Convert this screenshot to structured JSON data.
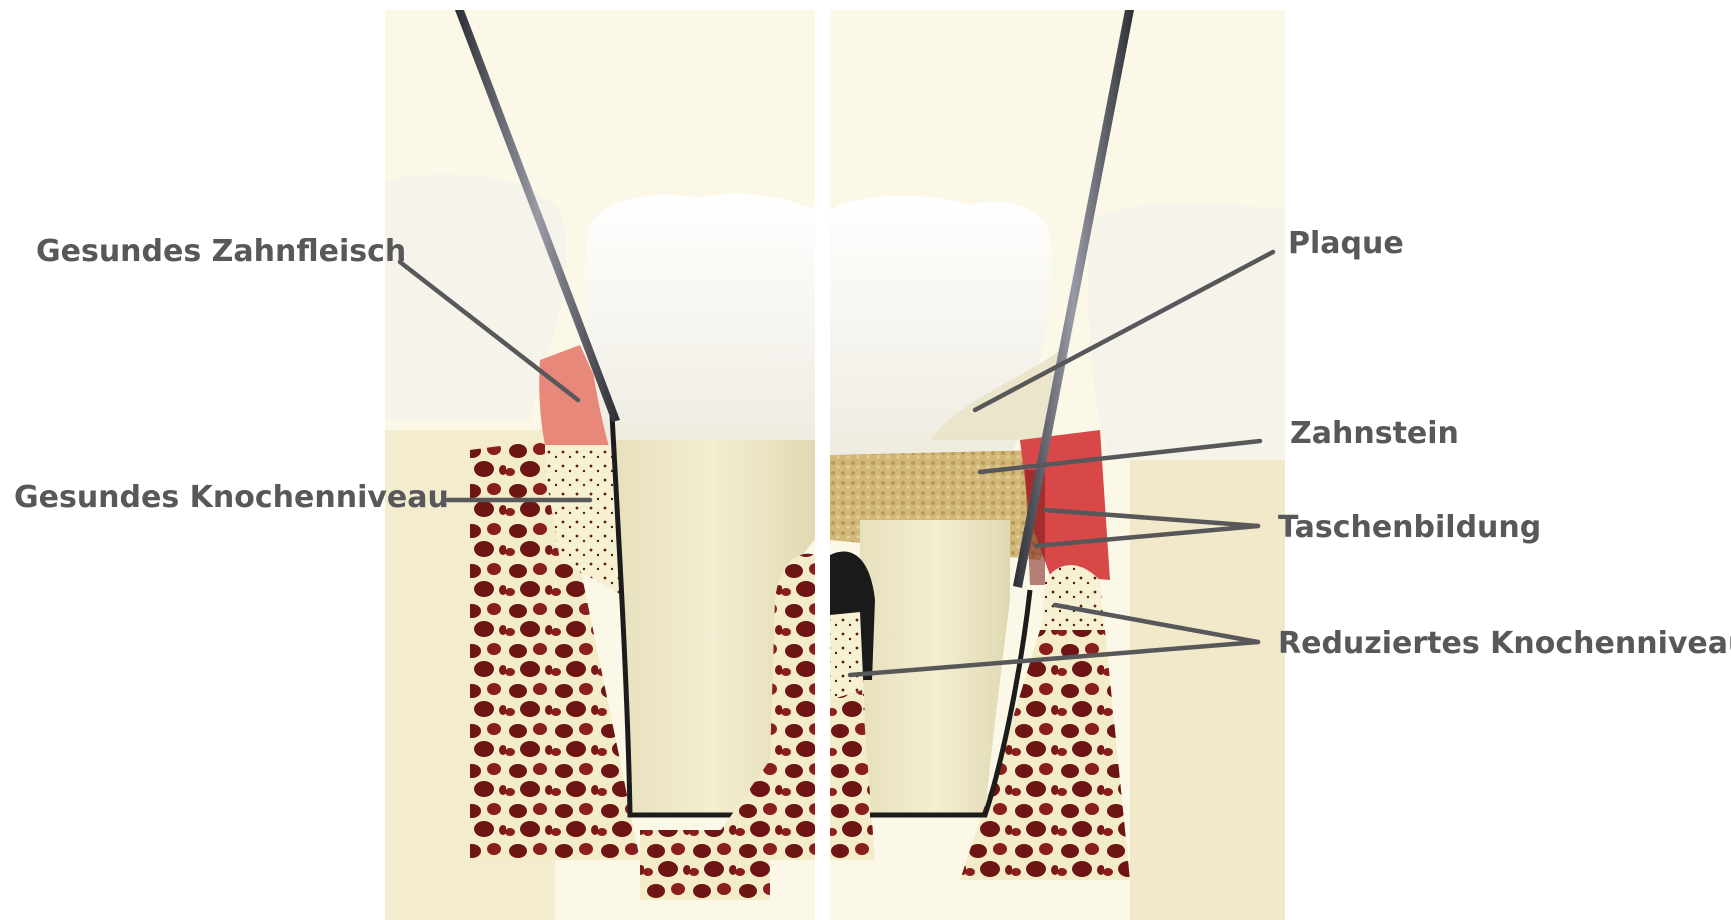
{
  "colors": {
    "label_text": "#58585a",
    "leader_line": "#58585a",
    "background": "#fbf8e8",
    "gum_healthy": "#e8887a",
    "gum_inflamed": "#d94848",
    "bone_pores": "#6e1414",
    "calculus": "#c9ad6e",
    "probe": "#444450"
  },
  "labels": {
    "healthy_gum": "Gesundes Zahnfleisch",
    "healthy_bone_level": "Gesundes Knochenniveau",
    "plaque": "Plaque",
    "calculus": "Zahnstein",
    "pocket_formation": "Taschenbildung",
    "reduced_bone_level": "Reduziertes Knochenniveau"
  }
}
